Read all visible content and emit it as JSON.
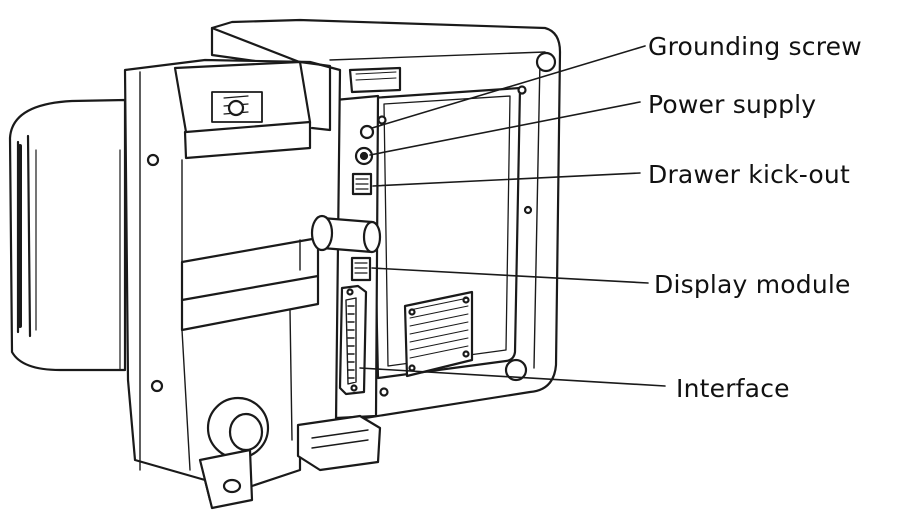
{
  "figure": {
    "subject": "printer-rear-view",
    "line_color": "#1a1a1a",
    "fill_color": "#ffffff",
    "shade_color": "#f2f2f2",
    "callouts": [
      {
        "id": "grounding-screw",
        "label": "Grounding screw"
      },
      {
        "id": "power-supply",
        "label": "Power supply"
      },
      {
        "id": "drawer-kick-out",
        "label": "Drawer kick-out"
      },
      {
        "id": "display-module",
        "label": "Display module"
      },
      {
        "id": "interface",
        "label": "Interface"
      }
    ]
  }
}
